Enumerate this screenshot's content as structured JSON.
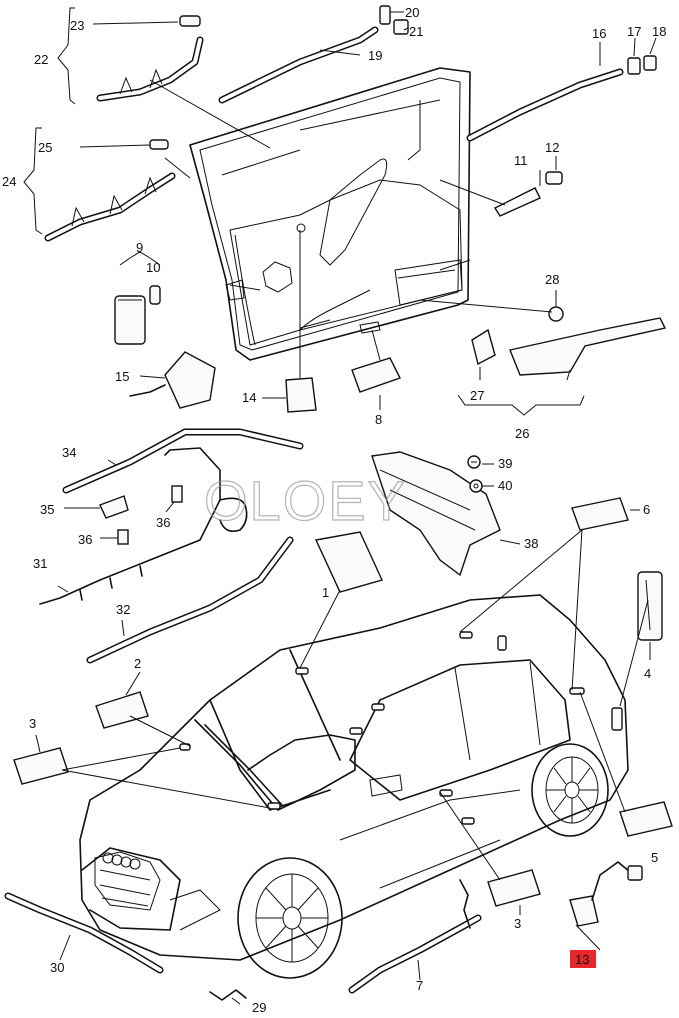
{
  "watermark": "OLOEY",
  "callouts": {
    "c1": "1",
    "c2": "2",
    "c3a": "3",
    "c3b": "3",
    "c4": "4",
    "c5": "5",
    "c6": "6",
    "c7": "7",
    "c8": "8",
    "c9": "9",
    "c10": "10",
    "c11": "11",
    "c12": "12",
    "c13": "13",
    "c14": "14",
    "c15": "15",
    "c16": "16",
    "c17": "17",
    "c18": "18",
    "c19": "19",
    "c20": "20",
    "c21": "21",
    "c22": "22",
    "c23": "23",
    "c24": "24",
    "c25": "25",
    "c26": "26",
    "c27": "27",
    "c28": "28",
    "c29": "29",
    "c30": "30",
    "c31": "31",
    "c32": "32",
    "c34": "34",
    "c35": "35",
    "c36a": "36",
    "c36b": "36",
    "c38": "38",
    "c39": "39",
    "c40": "40"
  },
  "colors": {
    "highlight": "#e8262b",
    "line": "#111111",
    "background": "#ffffff"
  }
}
